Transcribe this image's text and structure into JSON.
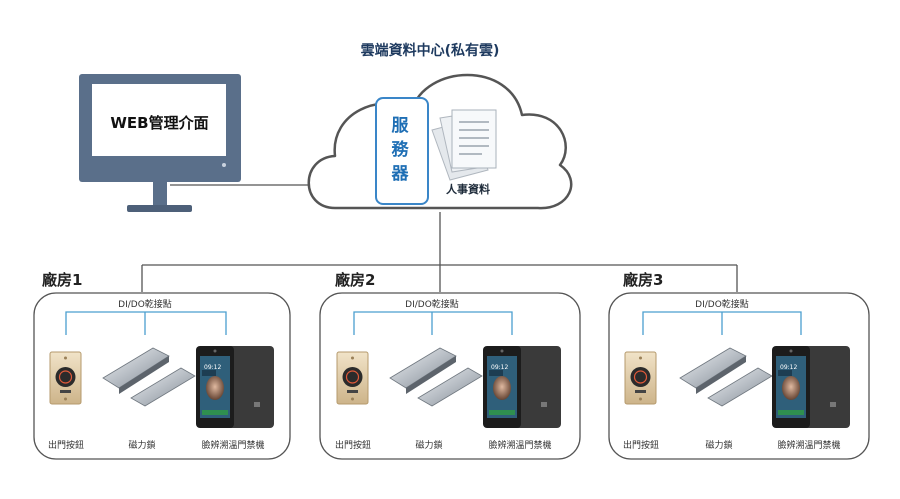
{
  "cloud": {
    "title": "雲端資料中心(私有雲)",
    "server_label": "服務器",
    "server_chars": [
      "服",
      "務",
      "器"
    ],
    "hr_label": "人事資料"
  },
  "web": {
    "label": "WEB管理介面"
  },
  "factories": [
    {
      "title": "廠房1",
      "dio_label": "DI/DO乾接點",
      "devices": [
        "出門按鈕",
        "磁力鎖",
        "臉辨溯溫門禁機"
      ]
    },
    {
      "title": "廠房2",
      "dio_label": "DI/DO乾接點",
      "devices": [
        "出門按鈕",
        "磁力鎖",
        "臉辨溯溫門禁機"
      ]
    },
    {
      "title": "廠房3",
      "dio_label": "DI/DO乾接點",
      "devices": [
        "出門按鈕",
        "磁力鎖",
        "臉辨溯溫門禁機"
      ]
    }
  ],
  "device_screen": {
    "time": "09:12"
  },
  "colors": {
    "accent": "#1f6fb5",
    "line": "#4a9fcf",
    "frame": "#555555"
  }
}
